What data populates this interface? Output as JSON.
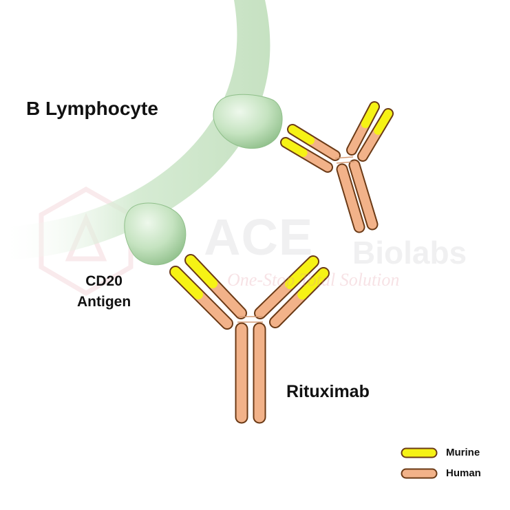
{
  "labels": {
    "cell": "B Lymphocyte",
    "antigen_line1": "CD20",
    "antigen_line2": "Antigen",
    "antibody": "Rituximab"
  },
  "watermark": {
    "brand": "ACE",
    "sub": "Biolabs",
    "tagline": "One-Stop Total Solution"
  },
  "legend": [
    {
      "label": "Murine",
      "color": "#f6f215"
    },
    {
      "label": "Human",
      "color": "#f2b289"
    }
  ],
  "colors": {
    "murine": "#f6f215",
    "human": "#f2b289",
    "outline": "#6b3a16",
    "membrane": "#cfe8cc",
    "antigen": "#c5e3c0",
    "text": "#111111"
  }
}
